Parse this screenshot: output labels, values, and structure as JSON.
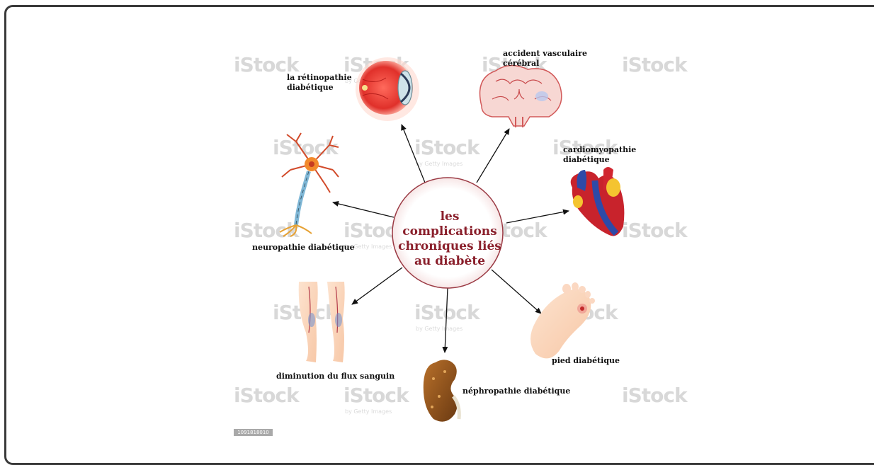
{
  "center": {
    "title": "les complications\nchroniques liés\nau diabète"
  },
  "complications": [
    {
      "id": "retinopathy",
      "label": "la rétinopathie\ndiabétique",
      "icon": "eye-icon"
    },
    {
      "id": "stroke",
      "label": "accident vasculaire\ncérébral",
      "icon": "brain-icon"
    },
    {
      "id": "cardiomyopathy",
      "label": "cardiomyopathie\ndiabétique",
      "icon": "heart-icon"
    },
    {
      "id": "neuropathy",
      "label": "neuropathie diabétique",
      "icon": "neuron-icon"
    },
    {
      "id": "blood-flow",
      "label": "diminution du flux sanguin",
      "icon": "legs-icon"
    },
    {
      "id": "nephropathy",
      "label": "néphropathie diabétique",
      "icon": "kidney-icon"
    },
    {
      "id": "foot",
      "label": "pied diabétique",
      "icon": "foot-icon"
    }
  ],
  "watermark": {
    "brand": "iStock",
    "sub": "by Getty Images",
    "id": "1091818010"
  },
  "colors": {
    "center_text": "#8a1f2b",
    "center_border": "#9b3a44",
    "arrow": "#111111"
  }
}
